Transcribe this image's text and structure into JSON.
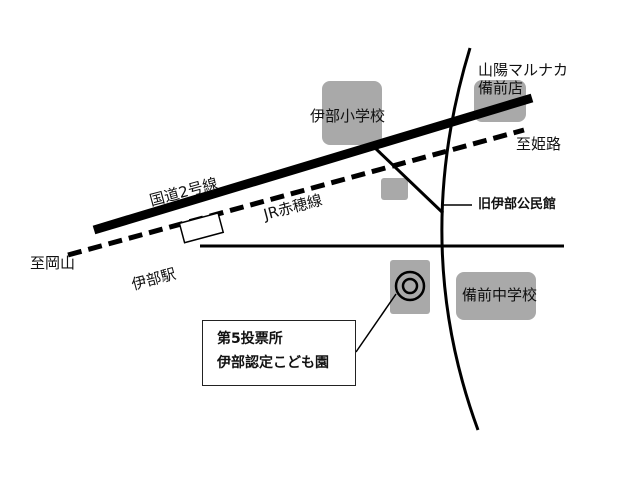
{
  "map": {
    "colors": {
      "road": "#000000",
      "building": "#a9a9a9",
      "text": "#111111",
      "background": "#ffffff"
    },
    "labels": {
      "store": [
        "山陽マルナカ",
        "備前店"
      ],
      "elementary_school": "伊部小学校",
      "to_himeji": "至姫路",
      "national_route": "国道2号線",
      "railway": "JR赤穂線",
      "old_hall": "旧伊部公民館",
      "to_okayama": "至岡山",
      "station": "伊部駅",
      "junior_high": "備前中学校"
    },
    "callout": {
      "line1": "第5投票所",
      "line2": "伊部認定こども園"
    },
    "icons": {
      "polling_place": "double-circle-marker-icon"
    }
  }
}
